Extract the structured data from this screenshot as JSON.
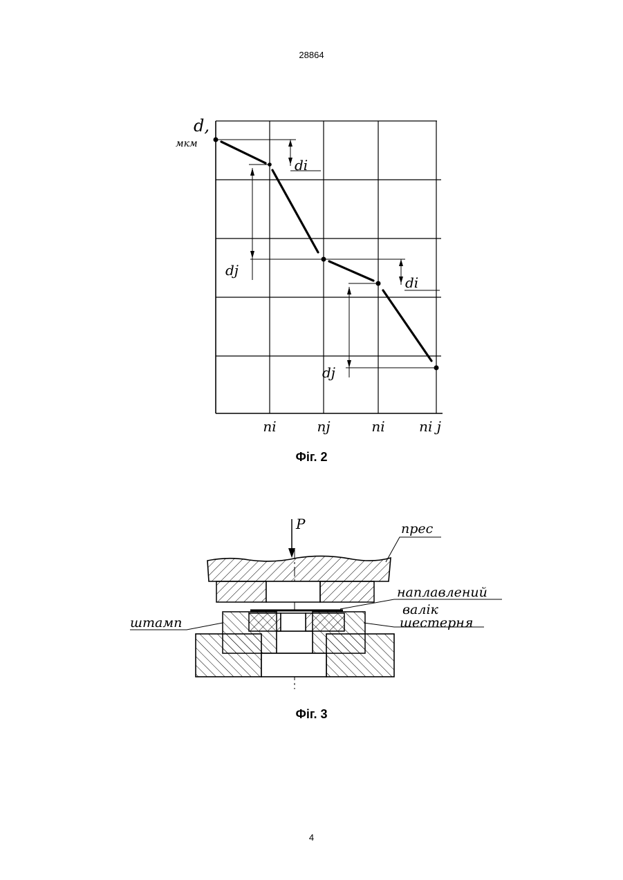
{
  "header": {
    "patent_number": "28864"
  },
  "footer": {
    "page_number": "4"
  },
  "figure2": {
    "caption": "Фіг. 2",
    "y_label": "d,",
    "y_unit": "мкм",
    "x_tick_labels": [
      "ni",
      "nj",
      "ni",
      "ni j"
    ],
    "annotations": {
      "di_upper": "di",
      "dj_left": "dj",
      "di_right": "di",
      "dj_lower": "dj"
    }
  },
  "figure3": {
    "caption": "Фіг. 3",
    "force_label": "P",
    "labels": {
      "press": "прес",
      "roller": "наплавлений",
      "roller2": "валік",
      "stamp": "штамп",
      "gear": "шестерня"
    }
  },
  "colors": {
    "ink": "#000000",
    "paper": "#ffffff"
  }
}
